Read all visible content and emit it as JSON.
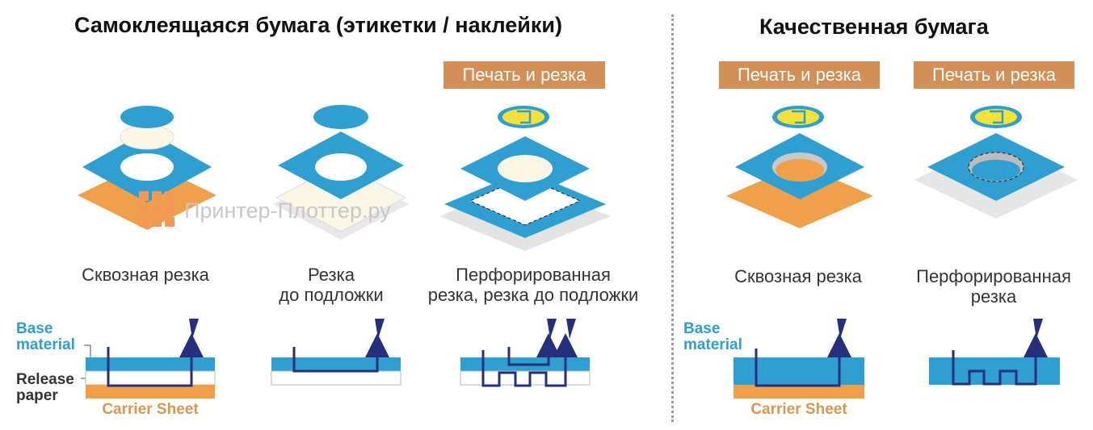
{
  "titles": {
    "left": "Самоклеящаяся бумага (этикетки / наклейки)",
    "right": "Качественная бумага"
  },
  "badges": {
    "print_cut_1": "Печать и резка",
    "print_cut_2": "Печать и резка",
    "print_cut_3": "Печать и резка"
  },
  "captions": {
    "through_cut": "Сквозная резка",
    "kiss_cut_line1": "Резка",
    "kiss_cut_line2": "до подложки",
    "perf_kiss_line1": "Перфорированная",
    "perf_kiss_line2": "резка, резка до подложки",
    "through_cut_2": "Сквозная резка",
    "perf_line1": "Перфорированная",
    "perf_line2": "резка"
  },
  "layer_labels": {
    "base_material_1": "Base",
    "base_material_2": "material",
    "release_paper_1": "Release",
    "release_paper_2": "paper",
    "carrier_sheet": "Carrier Sheet",
    "base_material_right_1": "Base",
    "base_material_right_2": "material",
    "carrier_sheet_right": "Carrier Sheet"
  },
  "watermark": "Принтер-Плоттер.ру",
  "colors": {
    "blue": "#2f9ed0",
    "orange": "#f0a04a",
    "cut_line": "#262f7d",
    "badge": "#d28f57",
    "yellow": "#f4e23a"
  }
}
